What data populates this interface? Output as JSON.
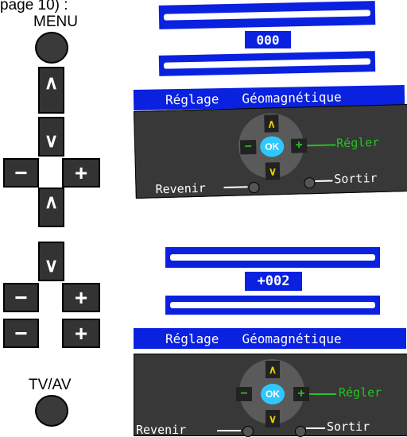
{
  "left": {
    "partial_note": "page 10) :",
    "menu_label": "MENU",
    "tvav_label": "TV/AV",
    "symbols": {
      "up": "∧",
      "down": "∨",
      "minus": "−",
      "plus": "+"
    }
  },
  "screen1": {
    "value": "000"
  },
  "screen2": {
    "value": "+002"
  },
  "osd": {
    "header_left": "Réglage",
    "header_right": "Géomagnétique",
    "adjust_label": "Régler",
    "back_label": "Revenir",
    "exit_label": "Sortir",
    "ok_label": "OK",
    "pad_up": "∧",
    "pad_down": "∨",
    "pad_minus": "−",
    "pad_plus": "+"
  },
  "colors": {
    "osd_blue": "#0a21e0",
    "osd_green": "#22c322",
    "osd_yellow": "#e8d400",
    "ok_cyan": "#2ec8ff"
  }
}
